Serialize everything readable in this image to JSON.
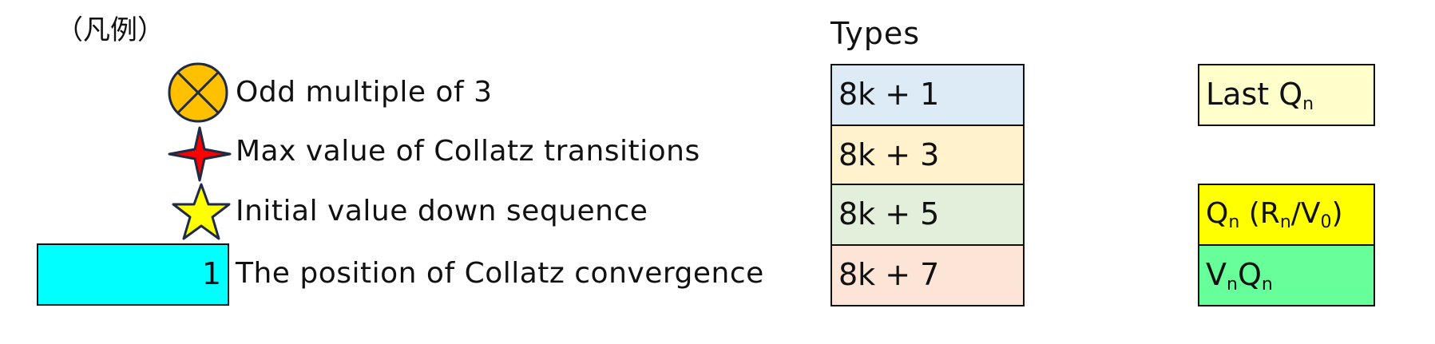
{
  "legend": {
    "title": "（凡例）",
    "items": [
      {
        "icon": "circled-x-icon",
        "label": "Odd multiple of 3",
        "color": "#FFC000"
      },
      {
        "icon": "red-four-point-star-icon",
        "label": "Max value of Collatz transitions",
        "color": "#FF0000"
      },
      {
        "icon": "yellow-star-icon",
        "label": "Initial value down sequence",
        "color": "#FFFF00"
      },
      {
        "icon": "cyan-box",
        "label": "The position of Collatz convergence",
        "box_value": "1",
        "color": "#00FFFF"
      }
    ]
  },
  "types": {
    "title": "Types",
    "items": [
      {
        "label": "8k + 1",
        "color": "#DDEBF7"
      },
      {
        "label": "8k + 3",
        "color": "#FFF2CC"
      },
      {
        "label": "8k + 5",
        "color": "#E2EFDA"
      },
      {
        "label": "8k + 7",
        "color": "#FCE4D6"
      }
    ]
  },
  "q_legend": {
    "last_qn": {
      "prefix": "Last Q",
      "sub": "n",
      "color": "#FFFFCC"
    },
    "qn_rv": {
      "q": "Q",
      "q_sub": "n",
      "open": " (R",
      "r_sub": "n",
      "mid": "/V",
      "v_sub": "0",
      "close": ")",
      "color": "#FFFF00"
    },
    "vnqn": {
      "v": "V",
      "v_sub": "n",
      "q": "Q",
      "q_sub": "n",
      "color": "#66FF99"
    }
  }
}
